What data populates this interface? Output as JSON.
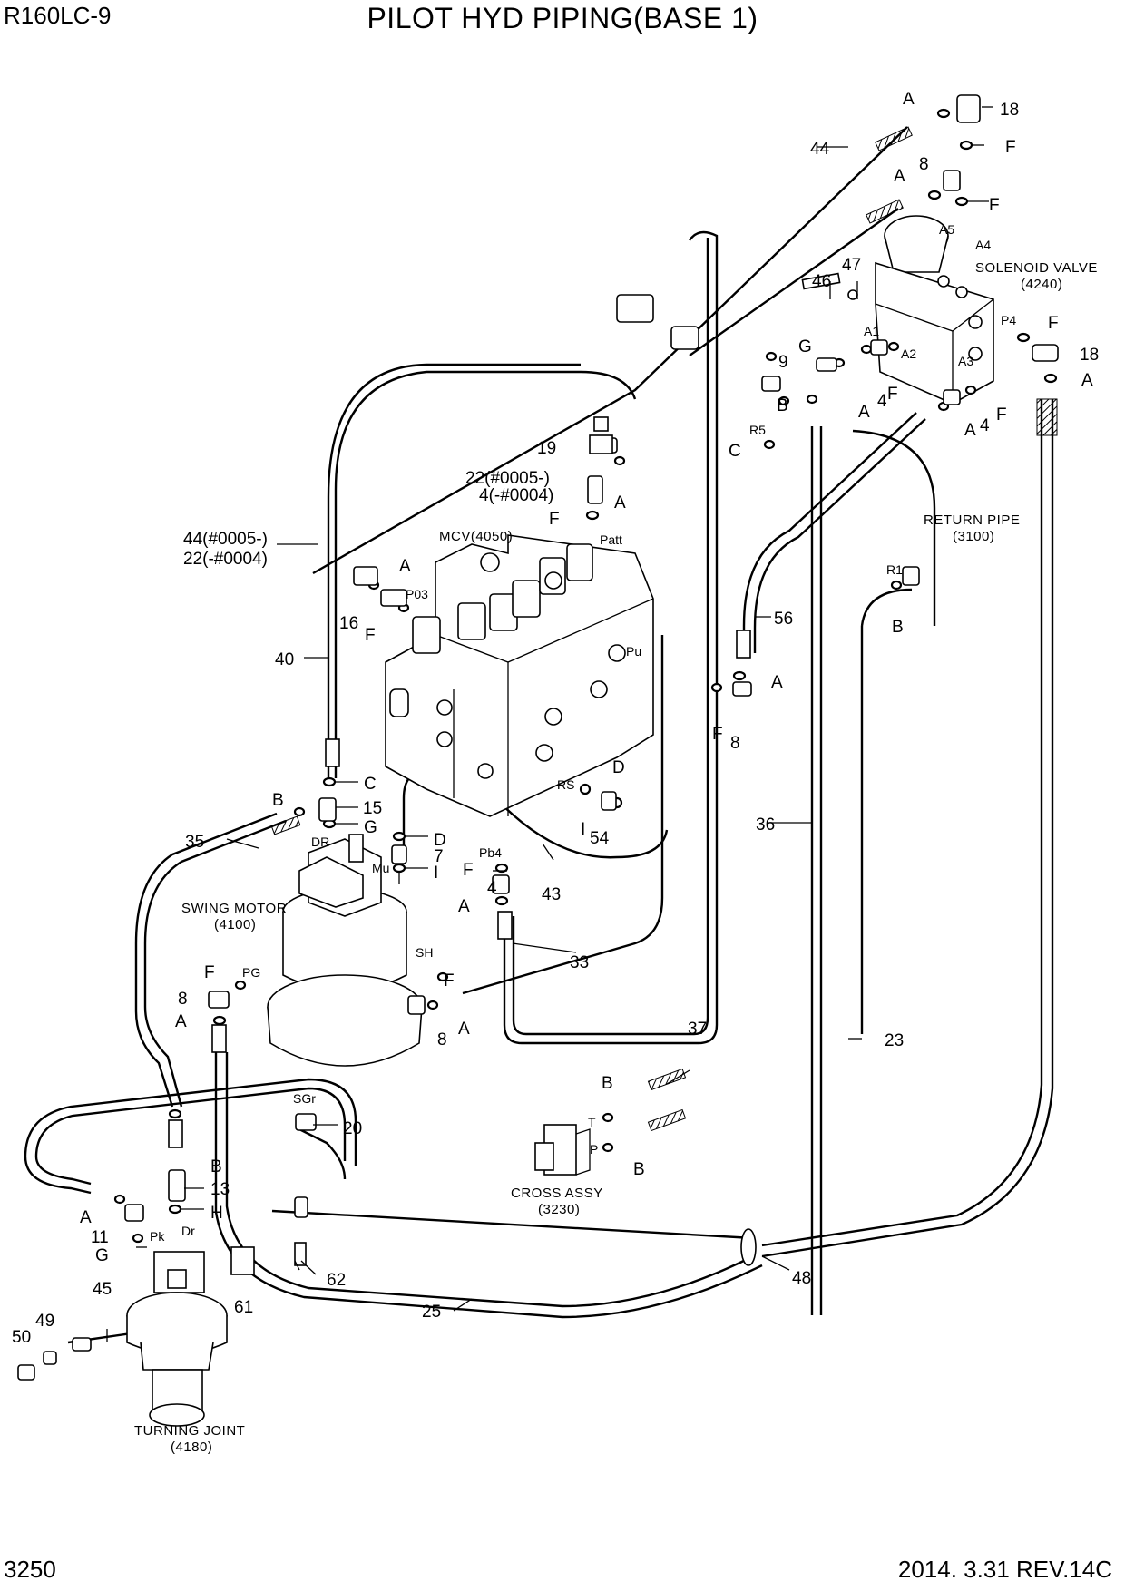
{
  "header": {
    "model": "R160LC-9",
    "title": "PILOT HYD PIPING(BASE 1)"
  },
  "footer": {
    "page_number": "3250",
    "revision": "2014. 3.31  REV.14C"
  },
  "components": {
    "solenoid_valve": "SOLENOID VALVE",
    "solenoid_valve_code": "(4240)",
    "mcv": "MCV(4050)",
    "return_pipe": "RETURN PIPE",
    "return_pipe_code": "(3100)",
    "swing_motor": "SWING MOTOR",
    "swing_motor_code": "(4100)",
    "cross_assy": "CROSS ASSY",
    "cross_assy_code": "(3230)",
    "turning_joint": "TURNING JOINT",
    "turning_joint_code": "(4180)"
  },
  "ports": {
    "a5": "A5",
    "a4": "A4",
    "a1": "A1",
    "a2": "A2",
    "a3": "A3",
    "p4": "P4",
    "r5": "R5",
    "r1": "R1",
    "patt": "Patt",
    "p03": "P03",
    "pu": "Pu",
    "rs": "RS",
    "pb4": "Pb4",
    "dr": "DR",
    "mu": "Mu",
    "pg": "PG",
    "sh": "SH",
    "sgr": "SGr",
    "t": "T",
    "p": "P",
    "pk": "Pk",
    "dr2": "Dr"
  },
  "callouts": {
    "c18a": "18",
    "c18b": "18",
    "c44": "44",
    "c8a": "8",
    "c46": "46",
    "c47": "47",
    "c9": "9",
    "c4a": "4",
    "c4b": "4",
    "c19": "19",
    "c22_note": "22(#0005-)",
    "c4_note": "4(-#0004)",
    "c44_note": "44(#0005-)",
    "c22b_note": "22(-#0004)",
    "c16": "16",
    "c40": "40",
    "c56": "56",
    "c8b": "8",
    "c15": "15",
    "c7": "7",
    "c35": "35",
    "c54": "54",
    "c4c": "4",
    "c43": "43",
    "c36": "36",
    "c33": "33",
    "c8c": "8",
    "c8d": "8",
    "c37": "37",
    "c23": "23",
    "c20": "20",
    "c13": "13",
    "c11": "11",
    "c62": "62",
    "c61": "61",
    "c48": "48",
    "c45": "45",
    "c49": "49",
    "c50": "50",
    "c25": "25"
  },
  "letters": {
    "A": "A",
    "B": "B",
    "C": "C",
    "D": "D",
    "F": "F",
    "G": "G",
    "H": "H",
    "I": "I"
  }
}
